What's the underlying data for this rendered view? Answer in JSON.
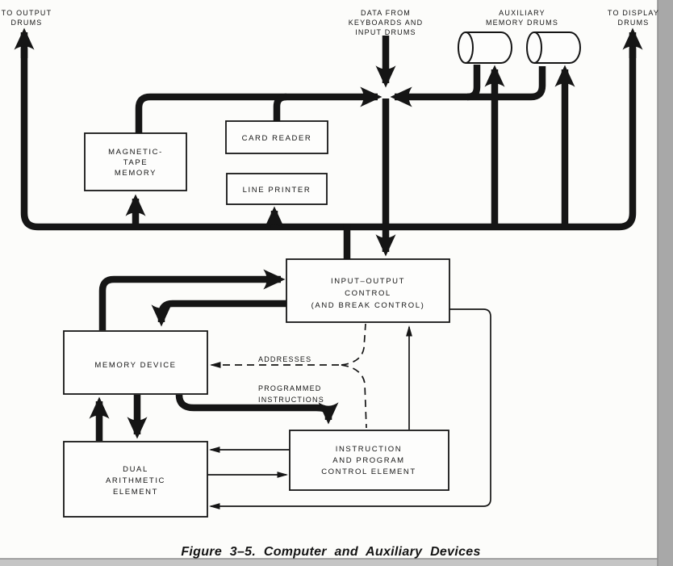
{
  "figure": {
    "caption": "Figure 3–5. Computer and Auxiliary Devices"
  },
  "external_labels": {
    "to_output_drums": {
      "line1": "TO OUTPUT",
      "line2": "DRUMS"
    },
    "data_from_keyboards": {
      "line1": "DATA FROM",
      "line2": "KEYBOARDS AND",
      "line3": "INPUT DRUMS"
    },
    "auxiliary_memory_drums": {
      "line1": "AUXILIARY",
      "line2": "MEMORY DRUMS"
    },
    "to_display_drums": {
      "line1": "TO DISPLAY",
      "line2": "DRUMS"
    }
  },
  "edge_labels": {
    "addresses": "ADDRESSES",
    "programmed_instructions": {
      "line1": "PROGRAMMED",
      "line2": "INSTRUCTIONS"
    }
  },
  "blocks": {
    "magnetic_tape_memory": {
      "line1": "MAGNETIC-",
      "line2": "TAPE",
      "line3": "MEMORY"
    },
    "card_reader": {
      "line1": "CARD READER"
    },
    "line_printer": {
      "line1": "LINE PRINTER"
    },
    "io_control": {
      "line1": "INPUT–OUTPUT",
      "line2": "CONTROL",
      "line3": "(AND BREAK CONTROL)"
    },
    "memory_device": {
      "line1": "MEMORY DEVICE"
    },
    "dual_arithmetic": {
      "line1": "DUAL",
      "line2": "ARITHMETIC",
      "line3": "ELEMENT"
    },
    "instruction_control": {
      "line1": "INSTRUCTION",
      "line2": "AND PROGRAM",
      "line3": "CONTROL ELEMENT"
    }
  },
  "colors": {
    "ink": "#151515",
    "paper": "#fcfcfa",
    "margin-right": "#a8a8a8",
    "margin-bottom": "#c5c5c5"
  }
}
